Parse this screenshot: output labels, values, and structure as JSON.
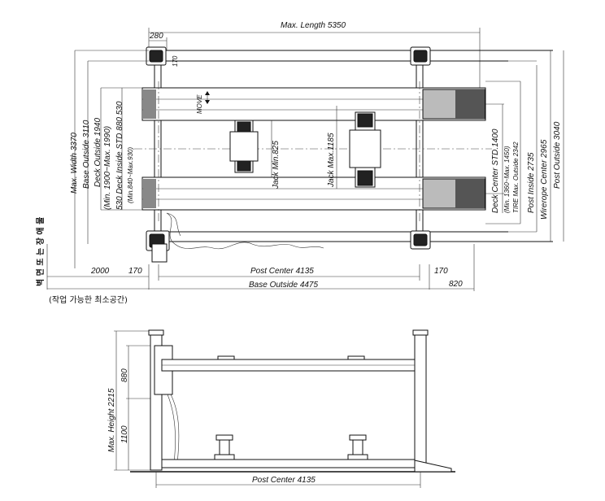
{
  "top_view": {
    "max_length": "Max. Length 5350",
    "dim_280": "280",
    "dim_170_top": "170",
    "move": "MOVE",
    "jack_min": "Jack Min.825",
    "jack_max": "Jack Max.1185",
    "max_width": "Max. Width 3370",
    "base_outside_w": "Base Outside 3110",
    "deck_outside": "Deck Outside 1940",
    "deck_outside_range": "(Min. 1900~Max. 1990)",
    "deck_inside": "530 Deck Inside STD 880 530",
    "deck_inside_range": "(Min.840~Max.930)",
    "deck_center": "Deck Center STD.1400",
    "deck_center_range": "(Min. 1360~Max. 1450)",
    "tire_max": "TIRE Max. Outside 2342",
    "post_inside": "Post Inside 2735",
    "wirerope_center": "Wirerope Center 2965",
    "post_outside": "Post Outside 3040",
    "dim_2000": "2000",
    "dim_170_left": "170",
    "dim_170_right": "170",
    "post_center": "Post Center 4135",
    "base_outside_l": "Base Outside 4475",
    "dim_820": "820",
    "wall_label": "벽 면 또 는 장 애 물",
    "min_space_note": "(작업 가능한 최소공간)"
  },
  "side_view": {
    "max_height": "Max. Height 2215",
    "dim_880": "880",
    "dim_1100": "1100",
    "post_center": "Post Center 4135"
  }
}
